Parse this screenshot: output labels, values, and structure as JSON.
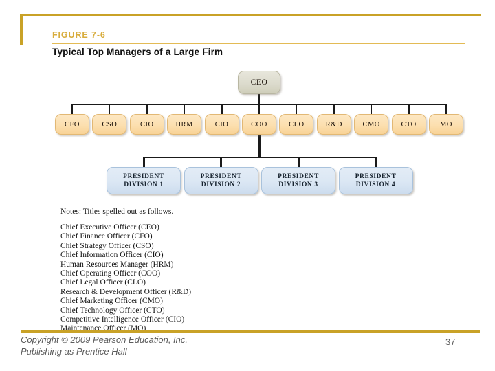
{
  "frame": {
    "accent_color": "#c9a227"
  },
  "header": {
    "figure_label": "FIGURE 7-6",
    "title": "Typical Top Managers of a Large Firm",
    "label_color": "#d8ad3e"
  },
  "chart_data": {
    "type": "diagram",
    "title": "Typical Top Managers of a Large Firm",
    "root": {
      "label": "CEO",
      "fill": "#dcdbcd"
    },
    "executives": [
      {
        "label": "CFO"
      },
      {
        "label": "CSO"
      },
      {
        "label": "CIO"
      },
      {
        "label": "HRM"
      },
      {
        "label": "CIO"
      },
      {
        "label": "COO"
      },
      {
        "label": "CLO"
      },
      {
        "label": "R&D"
      },
      {
        "label": "CMO"
      },
      {
        "label": "CTO"
      },
      {
        "label": "MO"
      }
    ],
    "executive_fill": "#fcdfaf",
    "divisions": [
      {
        "line1": "PRESIDENT",
        "line2": "DIVISION 1"
      },
      {
        "line1": "PRESIDENT",
        "line2": "DIVISION 2"
      },
      {
        "line1": "PRESIDENT",
        "line2": "DIVISION 3"
      },
      {
        "line1": "PRESIDENT",
        "line2": "DIVISION 4"
      }
    ],
    "division_fill": "#dbe7f4",
    "division_parent": "COO"
  },
  "notes": {
    "heading": "Notes: Titles spelled out as follows.",
    "items": [
      "Chief Executive Officer (CEO)",
      "Chief Finance Officer (CFO)",
      "Chief Strategy Officer (CSO)",
      "Chief Information Officer (CIO)",
      "Human Resources Manager (HRM)",
      "Chief Operating Officer (COO)",
      "Chief Legal Officer (CLO)",
      "Research & Development Officer (R&D)",
      "Chief Marketing Officer (CMO)",
      "Chief Technology Officer (CTO)",
      "Competitive Intelligence Officer (CIO)",
      "Maintenance Officer (MO)"
    ]
  },
  "footer": {
    "copyright": "Copyright © 2009 Pearson Education, Inc.\nPublishing as Prentice Hall",
    "page_number": "37"
  }
}
